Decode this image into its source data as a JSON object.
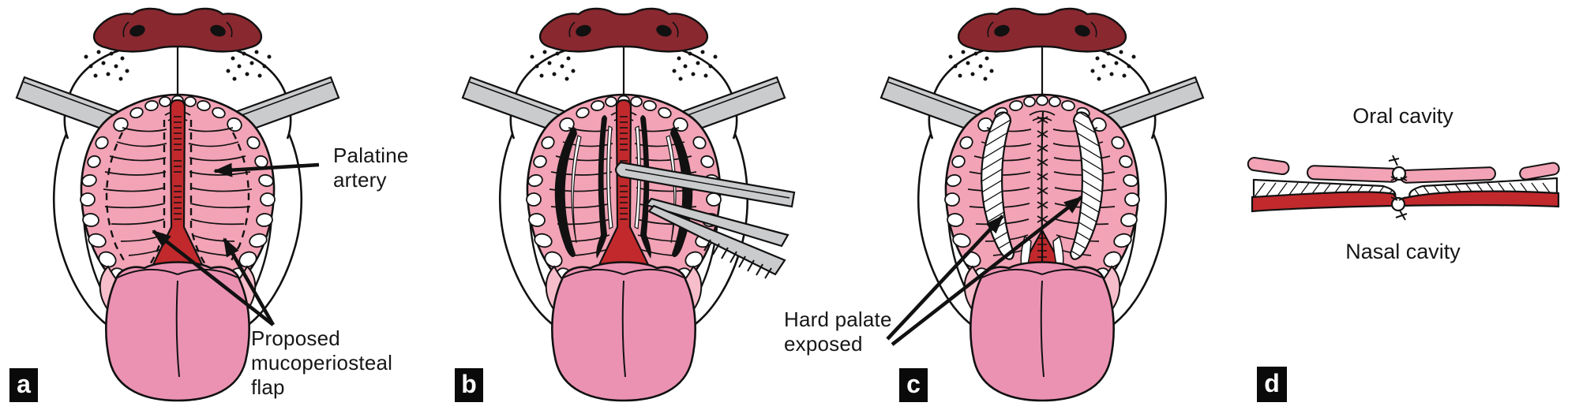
{
  "figure_labels": {
    "palatine_artery": {
      "line1": "Palatine",
      "line2": "artery"
    },
    "proposed_flap": {
      "line1": "Proposed",
      "line2": "mucoperiosteal",
      "line3": "flap"
    },
    "hard_palate": {
      "line1": "Hard palate",
      "line2": "exposed"
    },
    "oral_cavity": "Oral cavity",
    "nasal_cavity": "Nasal cavity"
  },
  "panel_letters": {
    "a": "a",
    "b": "b",
    "c": "c",
    "d": "d"
  },
  "colors": {
    "palate_pink": "#F2A3B5",
    "pharynx_pink": "#F6BDCA",
    "tongue_pink": "#EB92B2",
    "cleft_red": "#C1292C",
    "nose_maroon": "#8A2830",
    "instrument_gray": "#CACBCD",
    "ink": "#111111"
  }
}
